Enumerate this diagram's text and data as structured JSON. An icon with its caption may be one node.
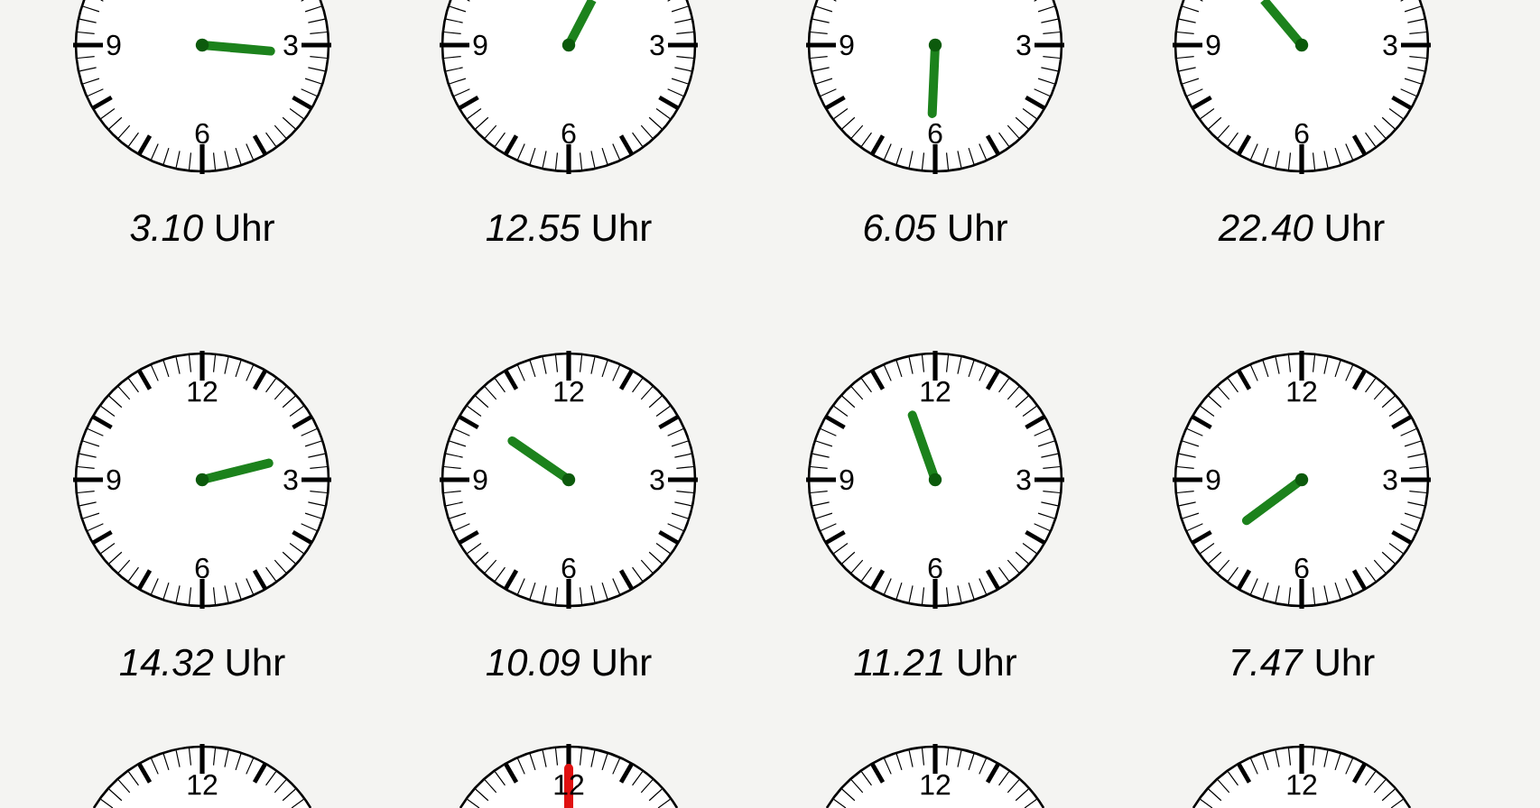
{
  "diagram": {
    "nodes": [
      {
        "text": [
          "9",
          "3",
          "6"
        ],
        "beside": [
          "*3.10* Uhr"
        ]
      },
      {
        "text": [
          "9",
          "3",
          "6"
        ],
        "beside": [
          "*12.55* Uhr"
        ]
      },
      {
        "text": [
          "9",
          "3",
          "6"
        ],
        "beside": [
          "*6.05* Uhr"
        ]
      },
      {
        "text": [
          "9",
          "3",
          "6"
        ],
        "beside": [
          "*22.40* Uhr"
        ]
      },
      {
        "text": [
          "12",
          "9",
          "3",
          "6"
        ],
        "beside": [
          "*14.32* Uhr"
        ]
      },
      {
        "text": [
          "12",
          "9",
          "3",
          "6"
        ],
        "beside": [
          "*10.09* Uhr"
        ]
      },
      {
        "text": [
          "12",
          "9",
          "3",
          "6"
        ],
        "beside": [
          "*11.21* Uhr"
        ]
      },
      {
        "text": [
          "12",
          "9",
          "3",
          "6"
        ],
        "beside": [
          "*7.47* Uhr"
        ]
      },
      {
        "text": [
          "12"
        ]
      },
      {
        "text": [
          "12"
        ]
      },
      {
        "text": [
          "12"
        ]
      },
      {
        "text": [
          "12"
        ]
      }
    ]
  }
}
